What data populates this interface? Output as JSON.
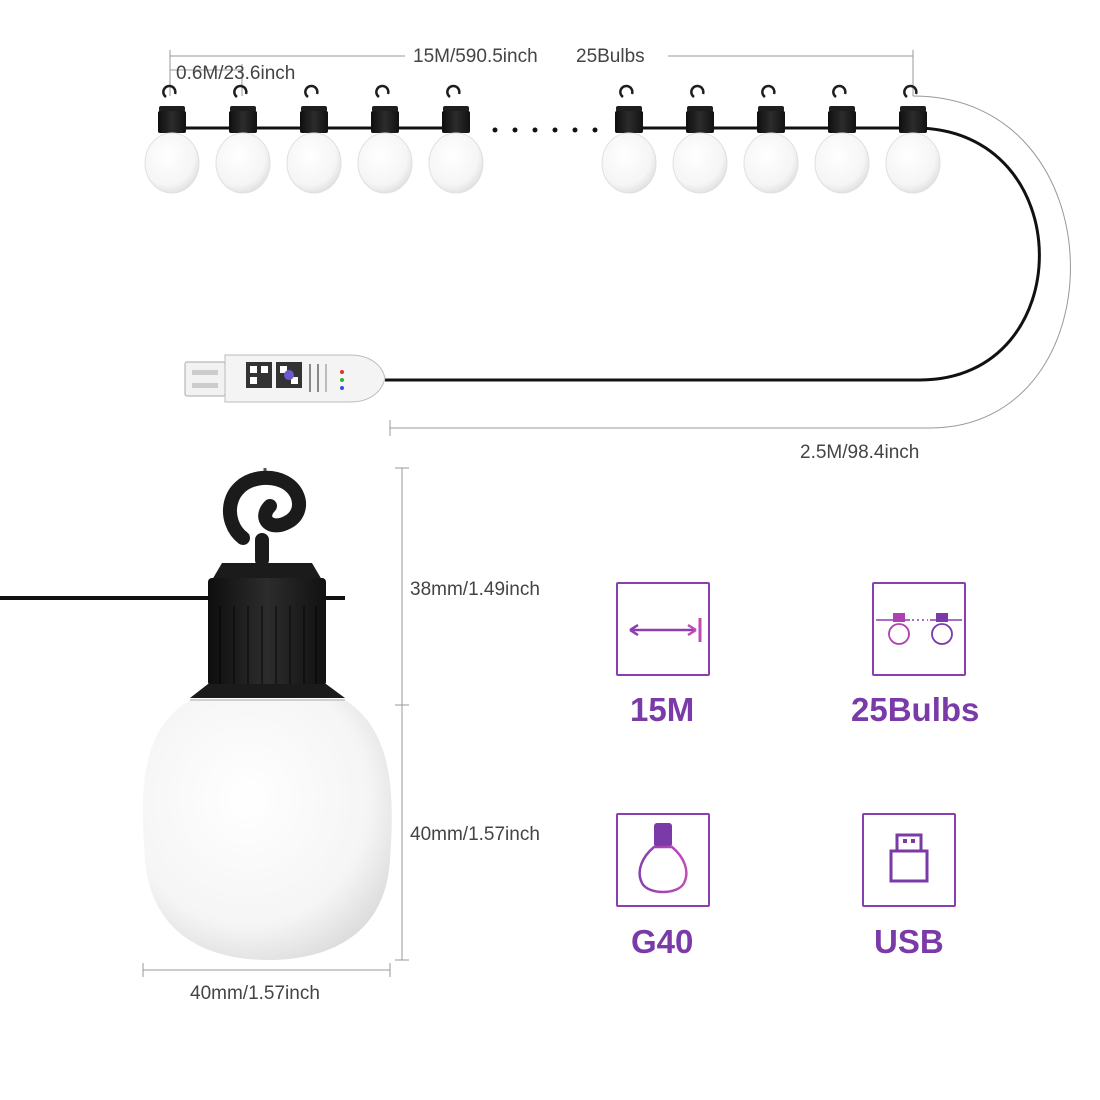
{
  "dimensions": {
    "total_length": "15M/590.5inch",
    "bulb_count": "25Bulbs",
    "bulb_spacing": "0.6M/23.6inch",
    "lead_length": "2.5M/98.4inch",
    "cap_height": "38mm/1.49inch",
    "bulb_height": "40mm/1.57inch",
    "bulb_width": "40mm/1.57inch"
  },
  "features": [
    {
      "icon": "length-arrow-icon",
      "label": "15M"
    },
    {
      "icon": "bulb-string-icon",
      "label": "25Bulbs"
    },
    {
      "icon": "g40-bulb-icon",
      "label": "G40"
    },
    {
      "icon": "usb-icon",
      "label": "USB"
    }
  ],
  "colors": {
    "accent": "#7a3aa8",
    "accent_light": "#c04bb8",
    "cable": "#111111",
    "bulb_cap": "#1e1e1e",
    "bulb_glass": "#f4f4f4"
  }
}
